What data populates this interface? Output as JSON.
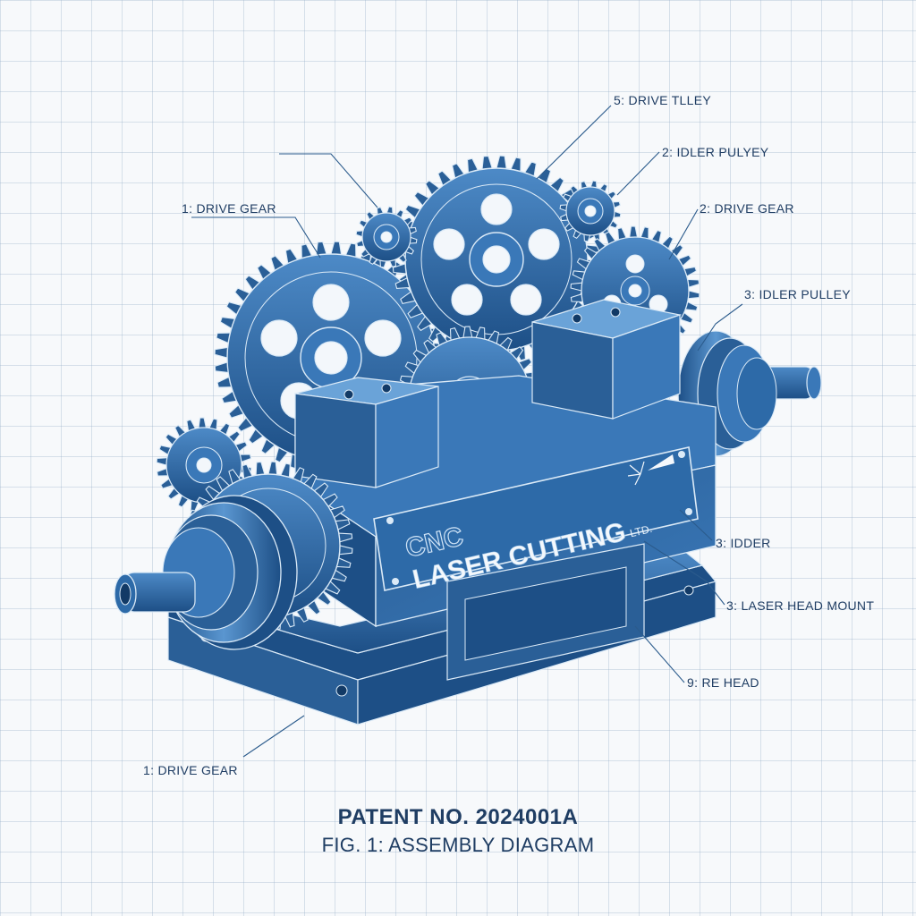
{
  "brand": {
    "line1": "CNC",
    "line2": "LASER CUTTING",
    "suffix": "LTD."
  },
  "callouts": [
    {
      "id": "drive-tlley",
      "text": "5: DRIVE TLLEY"
    },
    {
      "id": "idler-pulyey",
      "text": "2: IDLER PULYEY"
    },
    {
      "id": "drive-gear-left",
      "text": "1: DRIVE GEAR"
    },
    {
      "id": "drive-gear-right",
      "text": "2: DRIVE GEAR"
    },
    {
      "id": "idler-pulley",
      "text": "3: IDLER PULLEY"
    },
    {
      "id": "idder",
      "text": "3: IDDER"
    },
    {
      "id": "laser-head-mount",
      "text": "3: LASER HEAD MOUNT"
    },
    {
      "id": "re-head",
      "text": "9: RE HEAD"
    },
    {
      "id": "drive-gear-bottom",
      "text": "1: DRIVE GEAR"
    }
  ],
  "caption": {
    "patent": "PATENT NO. 2024001A",
    "figure": "FIG. 1: ASSEMBLY DIAGRAM"
  },
  "colors": {
    "ink": "#1f3d63",
    "metal": "#2d6aa8",
    "metal_dark": "#1d4f86",
    "highlight": "#dbeaf7",
    "grid": "#c5d4e3"
  }
}
